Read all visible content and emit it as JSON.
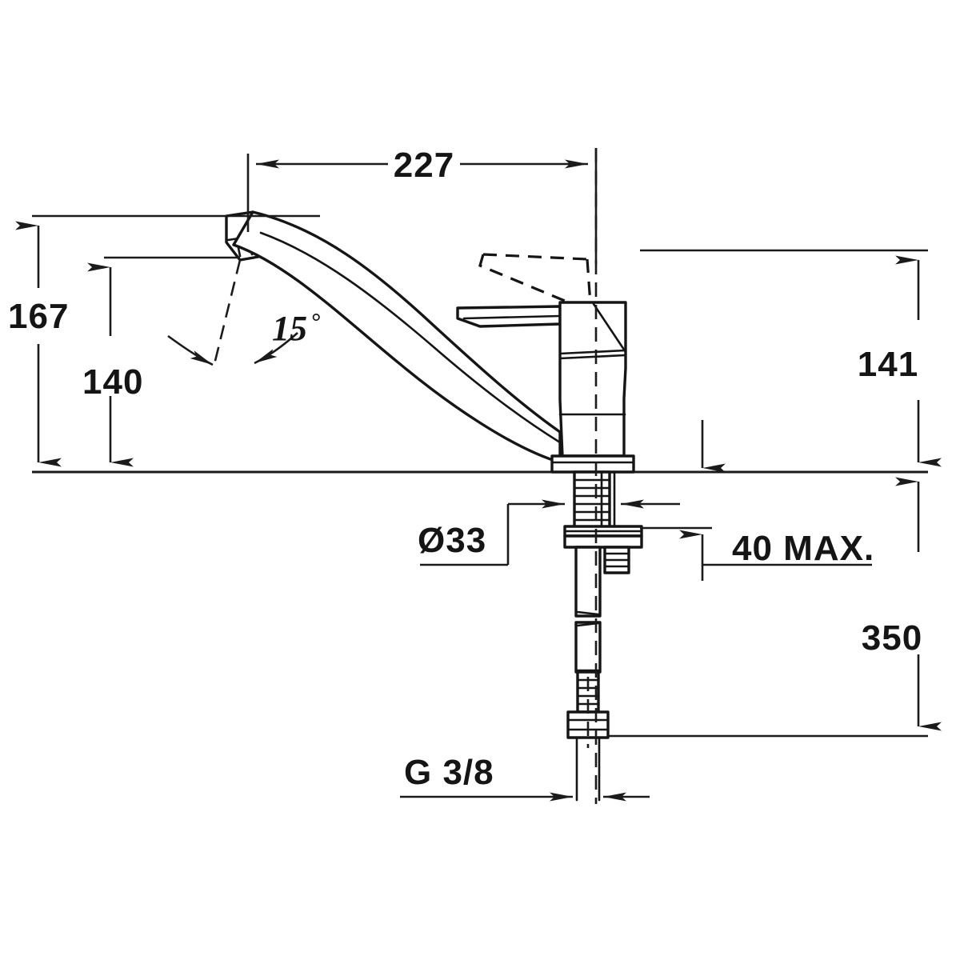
{
  "drawing": {
    "title": "Kitchen mixer tap dimensioned side elevation",
    "subject": "single-lever kitchen sink mixer faucet",
    "units": "mm",
    "line_color": "#1b1b1b",
    "background_color": "#ffffff"
  },
  "dimensions": {
    "spout_reach": {
      "label": "227",
      "name": "spout-reach",
      "orientation": "horizontal",
      "position": "top"
    },
    "overall_height": {
      "label": "167",
      "name": "overall-height",
      "orientation": "vertical",
      "position": "left-outer"
    },
    "spout_height": {
      "label": "140",
      "name": "spout-outlet-height",
      "orientation": "vertical",
      "position": "left-inner"
    },
    "body_height": {
      "label": "141",
      "name": "body-height",
      "orientation": "vertical",
      "position": "right-upper"
    },
    "hose_length": {
      "label": "350",
      "name": "supply-hose-length",
      "orientation": "vertical",
      "position": "right-lower"
    },
    "swivel_angle": {
      "label": "15",
      "degree_symbol": "°",
      "name": "aerator-swivel-angle"
    },
    "mount_hole": {
      "label": "Ø33",
      "name": "mounting-hole-diameter"
    },
    "counter_thickness": {
      "label": "40 MAX.",
      "name": "counter-thickness-max"
    },
    "thread": {
      "label": "G 3/8",
      "name": "supply-thread-size"
    }
  }
}
